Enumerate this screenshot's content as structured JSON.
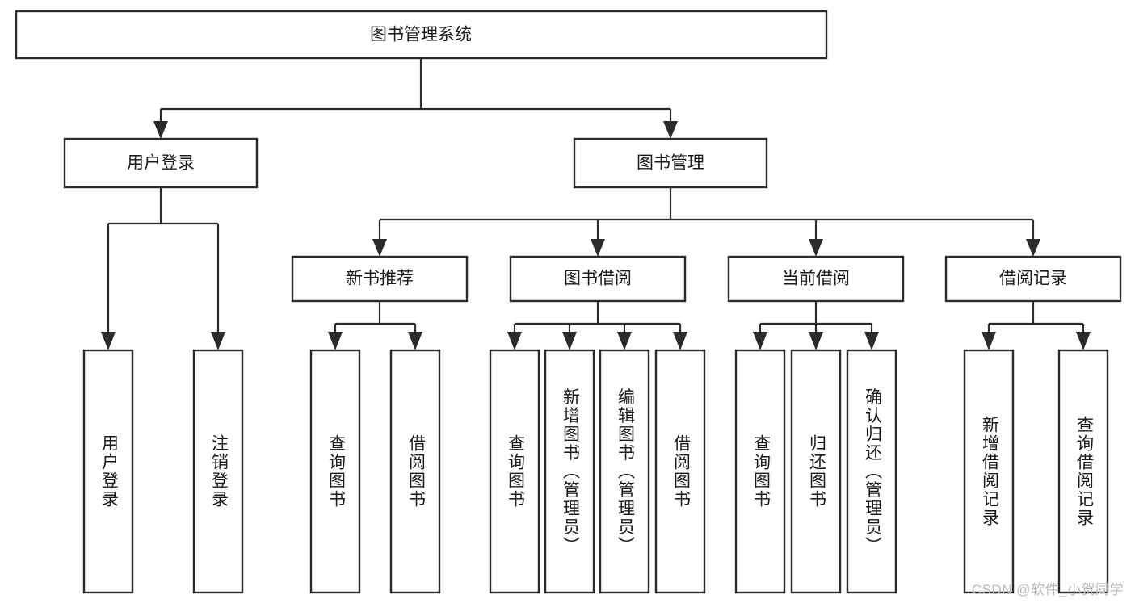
{
  "diagram": {
    "type": "tree",
    "orientation": "top-down",
    "title": "图书管理系统",
    "theme": {
      "background": "#ffffff",
      "box_fill": "#ffffff",
      "box_stroke": "#2b2b2b",
      "connector": "#2b2b2b",
      "text": "#1a1a1a",
      "watermark": "#b9b9b9"
    },
    "watermark": "CSDN @软件_小贺同学",
    "levels": [
      {
        "level": 1,
        "nodes": [
          {
            "id": "root",
            "label": "图书管理系统",
            "text_orientation": "horizontal"
          }
        ]
      },
      {
        "level": 2,
        "nodes": [
          {
            "id": "login",
            "label": "用户登录",
            "parent": "root",
            "text_orientation": "horizontal"
          },
          {
            "id": "bookmgmt",
            "label": "图书管理",
            "parent": "root",
            "text_orientation": "horizontal"
          }
        ]
      },
      {
        "level": 3,
        "nodes": [
          {
            "id": "newrec",
            "label": "新书推荐",
            "parent": "bookmgmt",
            "text_orientation": "horizontal"
          },
          {
            "id": "borrow",
            "label": "图书借阅",
            "parent": "bookmgmt",
            "text_orientation": "horizontal"
          },
          {
            "id": "current",
            "label": "当前借阅",
            "parent": "bookmgmt",
            "text_orientation": "horizontal"
          },
          {
            "id": "records",
            "label": "借阅记录",
            "parent": "bookmgmt",
            "text_orientation": "horizontal"
          }
        ]
      },
      {
        "level": 4,
        "nodes": [
          {
            "id": "leaf1",
            "label": "用户登录",
            "parent": "login",
            "text_orientation": "vertical"
          },
          {
            "id": "leaf2",
            "label": "注销登录",
            "parent": "login",
            "text_orientation": "vertical"
          },
          {
            "id": "leaf3",
            "label": "查询图书",
            "parent": "newrec",
            "text_orientation": "vertical"
          },
          {
            "id": "leaf4",
            "label": "借阅图书",
            "parent": "newrec",
            "text_orientation": "vertical"
          },
          {
            "id": "leaf5",
            "label": "查询图书",
            "parent": "borrow",
            "text_orientation": "vertical"
          },
          {
            "id": "leaf6",
            "label": "新增图书（管理员）",
            "parent": "borrow",
            "text_orientation": "vertical"
          },
          {
            "id": "leaf7",
            "label": "编辑图书（管理员）",
            "parent": "borrow",
            "text_orientation": "vertical"
          },
          {
            "id": "leaf8",
            "label": "借阅图书",
            "parent": "borrow",
            "text_orientation": "vertical"
          },
          {
            "id": "leaf9",
            "label": "查询图书",
            "parent": "current",
            "text_orientation": "vertical"
          },
          {
            "id": "leaf10",
            "label": "归还图书",
            "parent": "current",
            "text_orientation": "vertical"
          },
          {
            "id": "leaf11",
            "label": "确认归还（管理员）",
            "parent": "current",
            "text_orientation": "vertical"
          },
          {
            "id": "leaf12",
            "label": "新增借阅记录",
            "parent": "records",
            "text_orientation": "vertical"
          },
          {
            "id": "leaf13",
            "label": "查询借阅记录",
            "parent": "records",
            "text_orientation": "vertical"
          }
        ]
      }
    ]
  }
}
